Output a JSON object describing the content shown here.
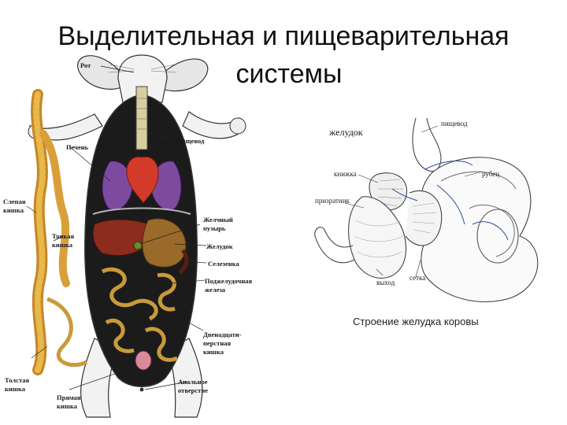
{
  "title": {
    "line1": "Выделительная и пищеварительная",
    "line2": "системы"
  },
  "rabbit_labels": {
    "rot": "Рот",
    "pishchevod": "Пищевод",
    "pechen": "Печень",
    "slepaya_1": "Слепая",
    "slepaya_2": "кишка",
    "tonkaya_1": "Тонкая",
    "tonkaya_2": "кишка",
    "zhelchny_1": "Желчный",
    "zhelchny_2": "пузырь",
    "zheludok": "Желудок",
    "selezenka": "Селезенка",
    "podzhel_1": "Поджелудочная",
    "podzhel_2": "железа",
    "dvenad_1": "Двенадцати-",
    "dvenad_2": "перстная",
    "dvenad_3": "кишка",
    "tolstaya_1": "Толстая",
    "tolstaya_2": "кишка",
    "pryamaya_1": "Прямая",
    "pryamaya_2": "кишка",
    "analnoe_1": "Анальное",
    "analnoe_2": "отверстие"
  },
  "cow_labels": {
    "zheludok": "желудок",
    "pishchevod": "пищевод",
    "knizhka": "книжка",
    "rubets": "рубец",
    "prizratnik": "призратник",
    "vykhod": "выход",
    "setka": "сетка"
  },
  "caption": "Строение желудка коровы",
  "colors": {
    "heart": "#d43a2a",
    "lungs": "#7e4aa0",
    "liver": "#8c2c1e",
    "stomach": "#9a6a2a",
    "intestine": "#c89a3a",
    "fur": "#f2f2f2",
    "outline": "#333333"
  }
}
